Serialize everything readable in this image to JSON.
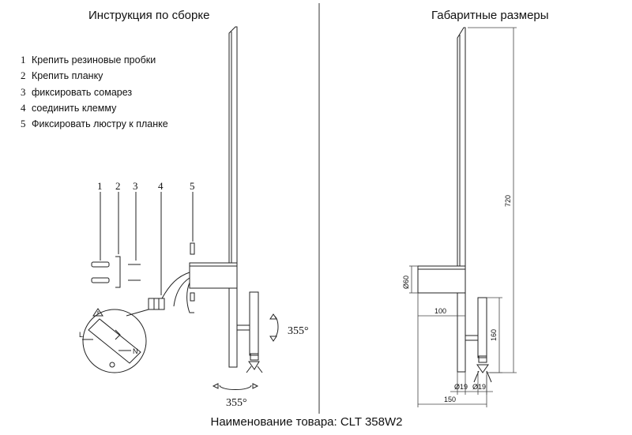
{
  "titles": {
    "assembly": "Инструкция по сборке",
    "dimensions": "Габаритные размеры"
  },
  "steps": [
    {
      "num": "1",
      "text": "Крепить резиновые пробки"
    },
    {
      "num": "2",
      "text": "Крепить планку"
    },
    {
      "num": "3",
      "text": "фиксировать сомарез"
    },
    {
      "num": "4",
      "text": "соединить клемму"
    },
    {
      "num": "5",
      "text": "Фиксировать люстру к планке"
    }
  ],
  "callouts": [
    "1",
    "2",
    "3",
    "4",
    "5"
  ],
  "rotation": {
    "vertical": "355°",
    "horizontal": "355°"
  },
  "dimensions": {
    "height": "720",
    "box_diameter": "Ø60",
    "box_width": "100",
    "arm_height": "160",
    "depth": "150",
    "d1": "Ø19",
    "d2": "Ø19"
  },
  "wiring_labels": {
    "l": "L",
    "n": "N"
  },
  "product": "Наименование товара: CLT 358W2"
}
